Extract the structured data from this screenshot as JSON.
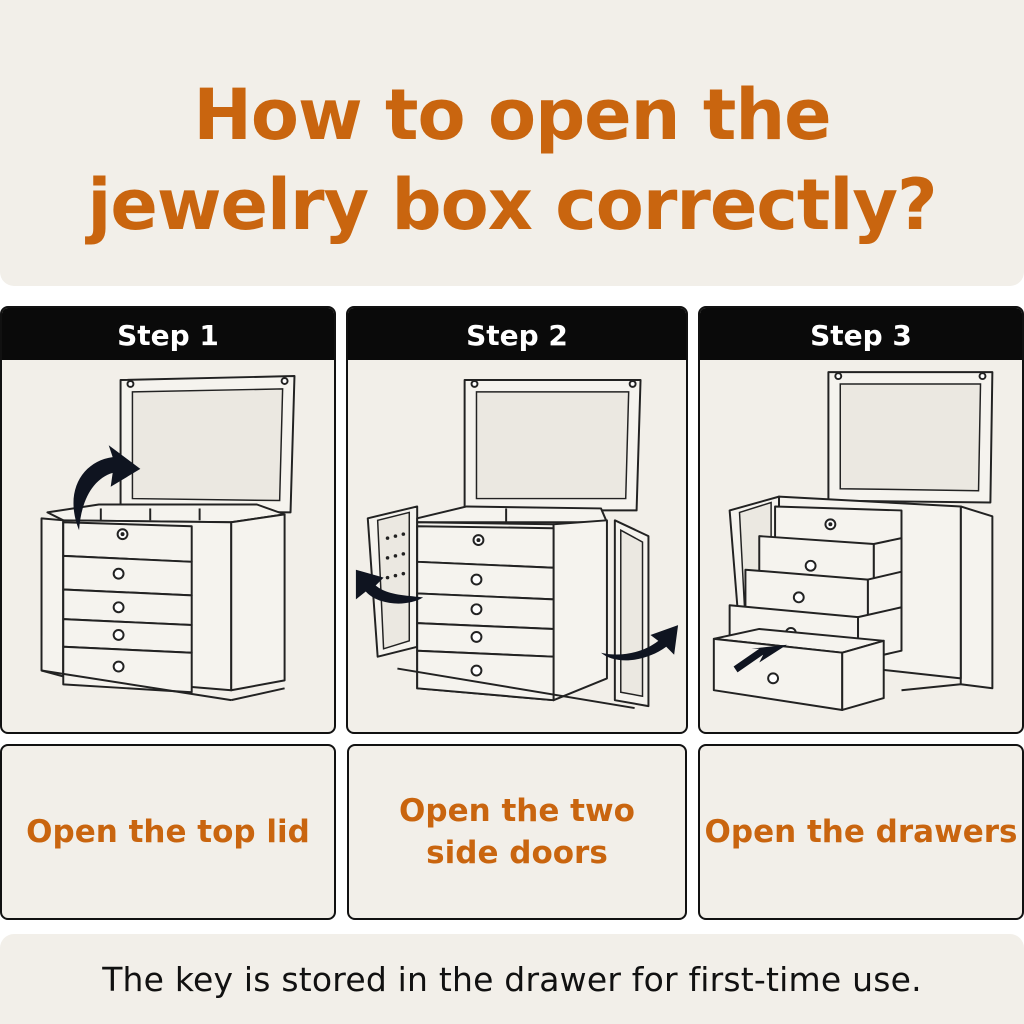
{
  "title": "How to open the\njewelry box correctly?",
  "steps": [
    {
      "header": "Step 1",
      "caption": "Open the top lid",
      "arrow_icon": "curved-arrow-up"
    },
    {
      "header": "Step 2",
      "caption": "Open the two\nside doors",
      "arrow_icon": "curved-arrow-sides"
    },
    {
      "header": "Step 3",
      "caption": "Open the drawers",
      "arrow_icon": "arrow-down-left"
    }
  ],
  "note": "The key is stored in the drawer for first-time use.",
  "colors": {
    "accent": "#c9650f",
    "panel": "#f2efe9",
    "header": "#0a0a0a",
    "arrow": "#0f1420"
  }
}
